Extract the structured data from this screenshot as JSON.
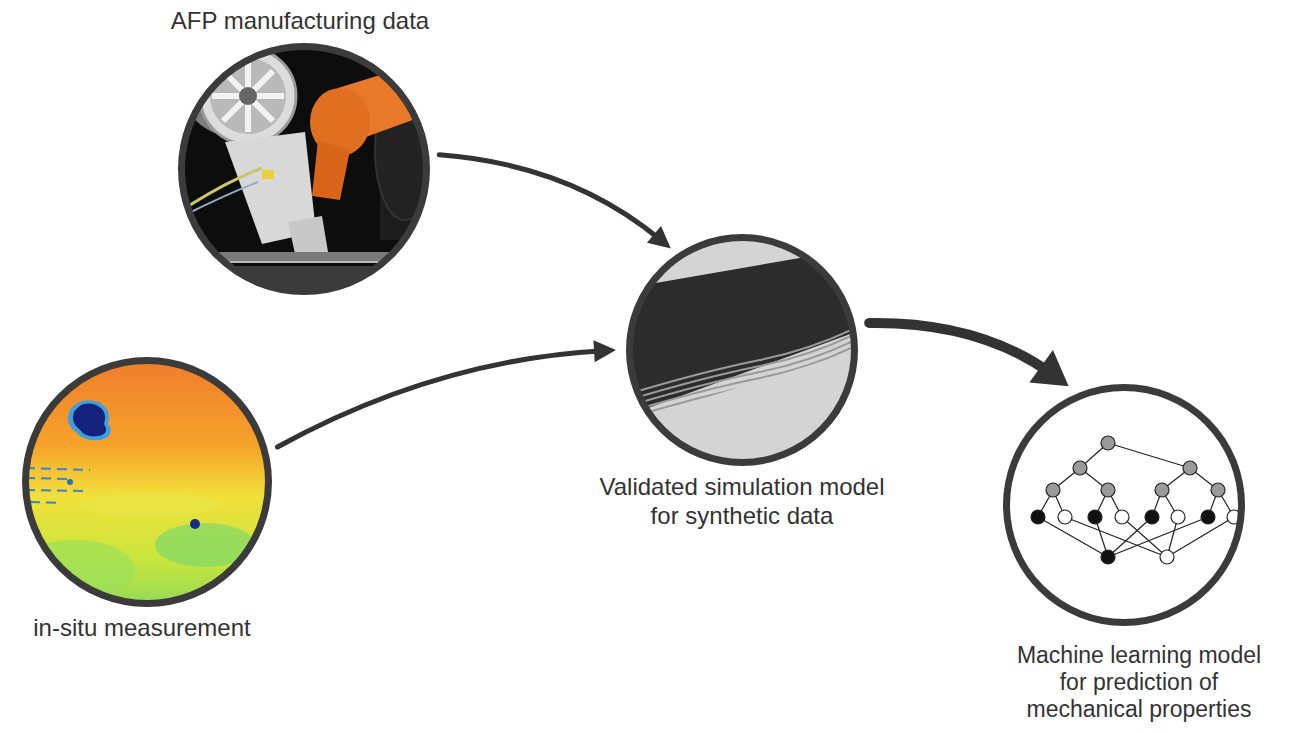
{
  "diagram": {
    "nodes": [
      {
        "text": [
          "AFP manufacturing data"
        ]
      },
      {
        "text": [
          "in-situ measurement"
        ]
      },
      {
        "text": [
          "Validated simulation model for synthetic data"
        ]
      },
      {
        "text": [
          "Machine learning model for prediction of mechanical properties"
        ]
      }
    ],
    "edges": [
      {
        "from": 0,
        "to": 2,
        "arrow": "to"
      },
      {
        "from": 1,
        "to": 2,
        "arrow": "to"
      },
      {
        "from": 2,
        "to": 3,
        "arrow": "to"
      }
    ]
  }
}
